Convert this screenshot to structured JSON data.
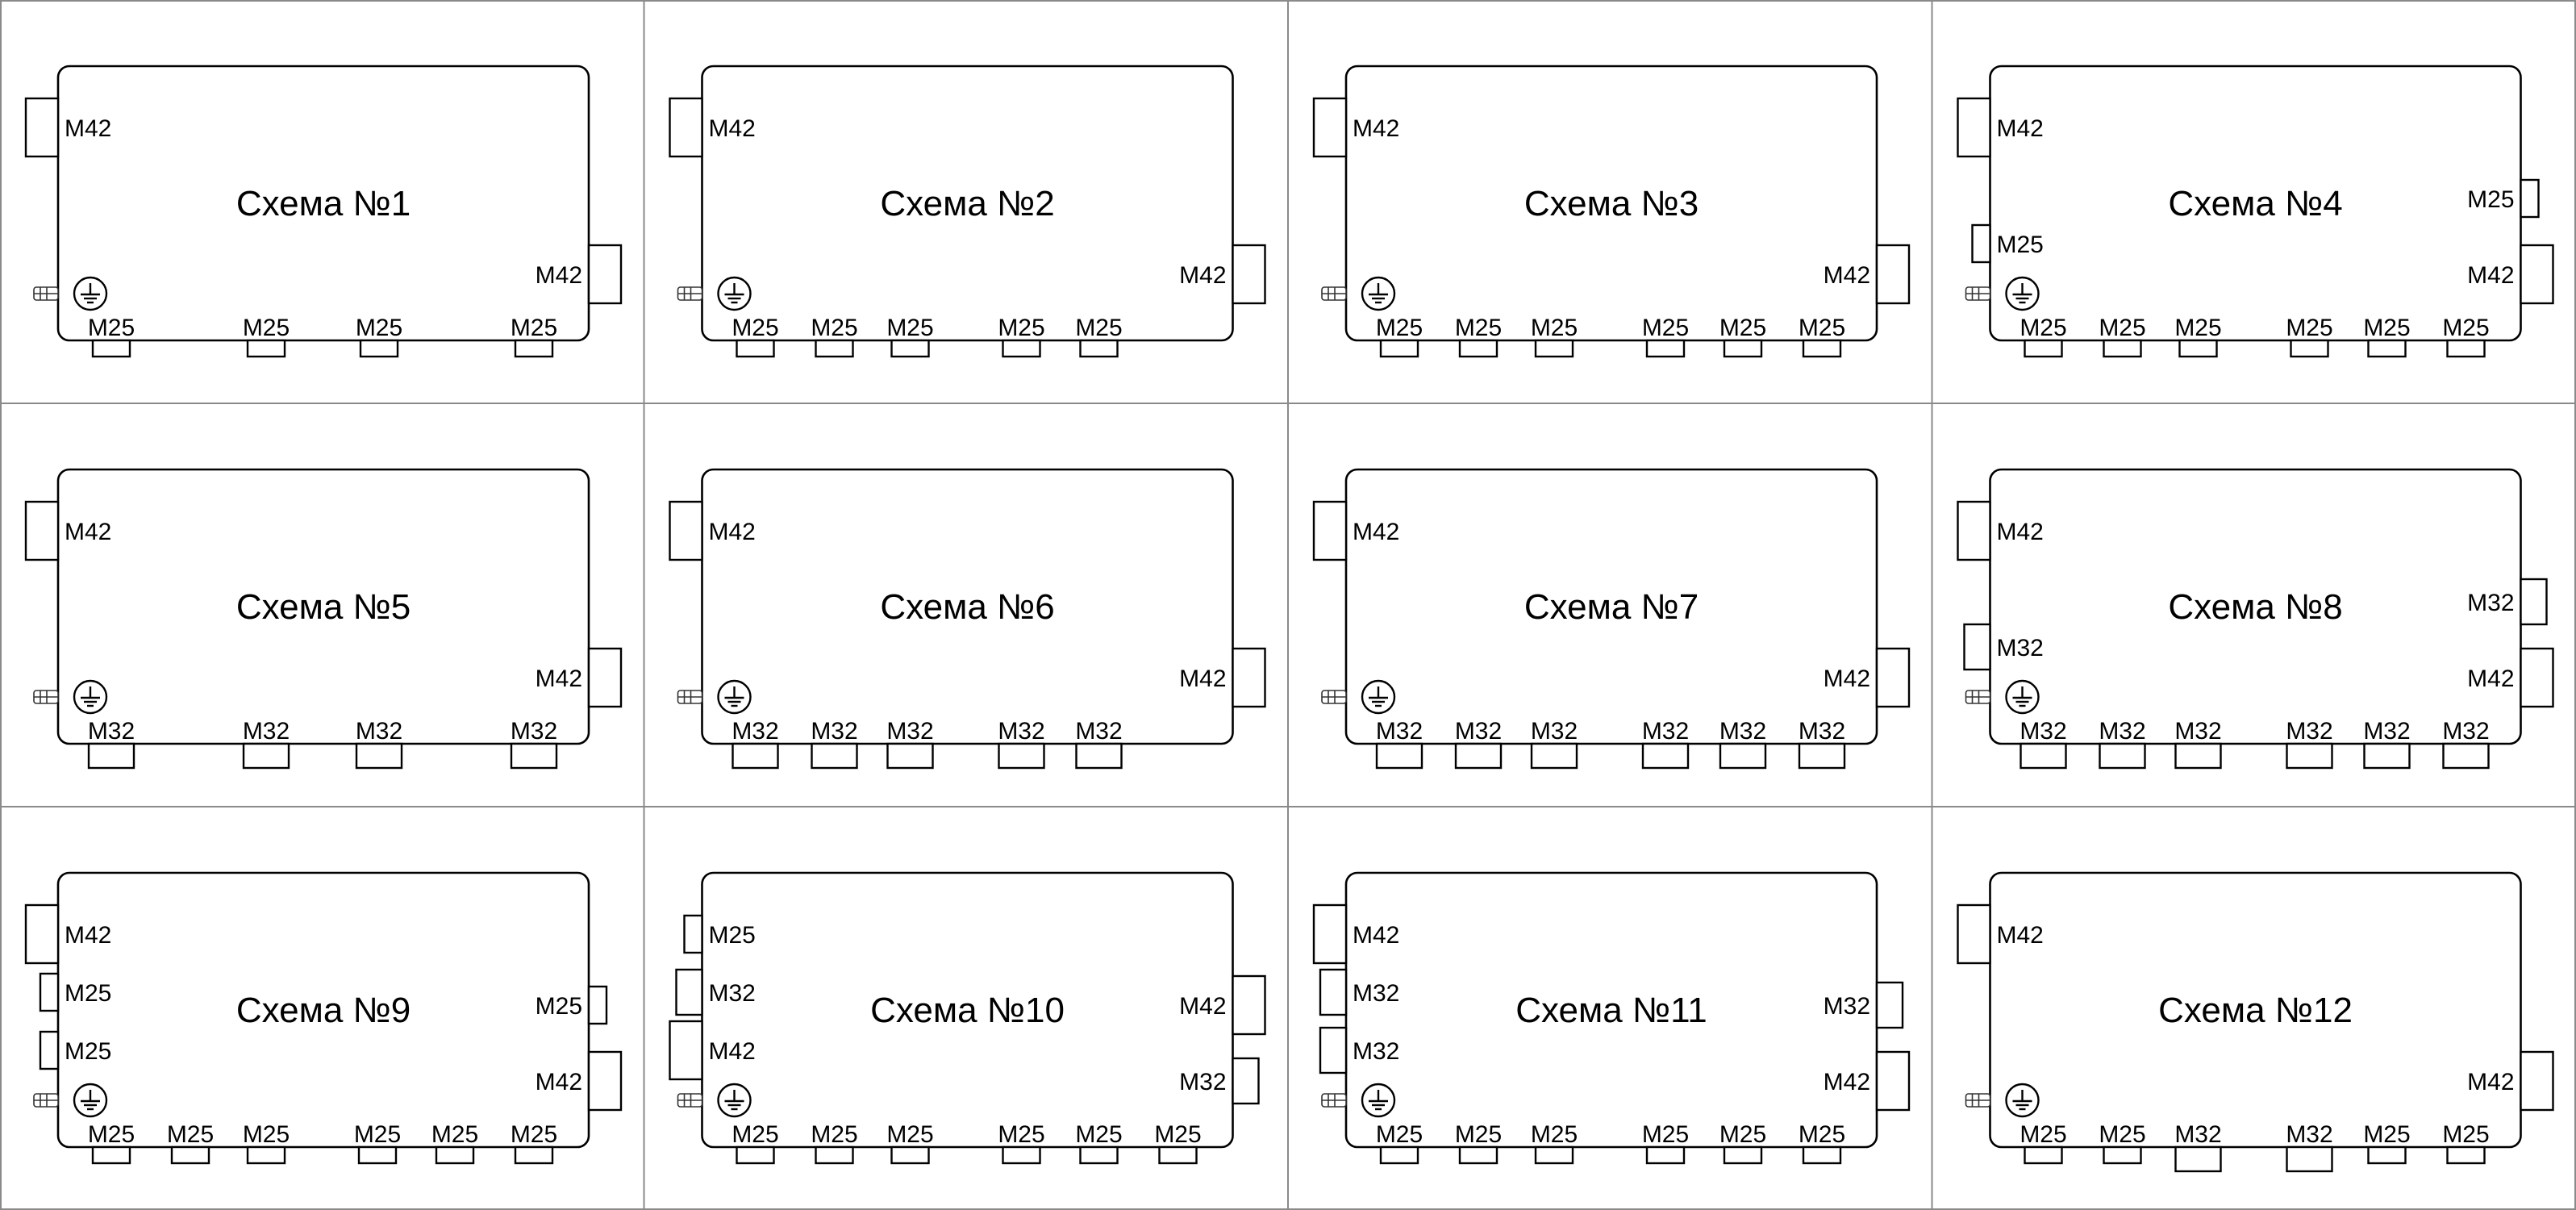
{
  "colors": {
    "background": "#ffffff",
    "outline": "#000000",
    "grid": "#8a8a8a"
  },
  "icons": {
    "ground": "ground-icon",
    "stud": "ground-stud-icon"
  },
  "schemes": [
    {
      "title": "Схема №1",
      "left": [
        "M42"
      ],
      "right": [
        "M42"
      ],
      "bottom": [
        "M25",
        "M25",
        "M25",
        "M25"
      ]
    },
    {
      "title": "Схема №2",
      "left": [
        "M42"
      ],
      "right": [
        "M42"
      ],
      "bottom": [
        "M25",
        "M25",
        "M25",
        "M25",
        "M25"
      ]
    },
    {
      "title": "Схема №3",
      "left": [
        "M42"
      ],
      "right": [
        "M42"
      ],
      "bottom": [
        "M25",
        "M25",
        "M25",
        "M25",
        "M25",
        "M25"
      ]
    },
    {
      "title": "Схема №4",
      "left": [
        "M42",
        "M25"
      ],
      "right": [
        "M25",
        "M42"
      ],
      "bottom": [
        "M25",
        "M25",
        "M25",
        "M25",
        "M25",
        "M25"
      ]
    },
    {
      "title": "Схема №5",
      "left": [
        "M42"
      ],
      "right": [
        "M42"
      ],
      "bottom": [
        "M32",
        "M32",
        "M32",
        "M32"
      ]
    },
    {
      "title": "Схема №6",
      "left": [
        "M42"
      ],
      "right": [
        "M42"
      ],
      "bottom": [
        "M32",
        "M32",
        "M32",
        "M32",
        "M32"
      ]
    },
    {
      "title": "Схема №7",
      "left": [
        "M42"
      ],
      "right": [
        "M42"
      ],
      "bottom": [
        "M32",
        "M32",
        "M32",
        "M32",
        "M32",
        "M32"
      ]
    },
    {
      "title": "Схема №8",
      "left": [
        "M42",
        "M32"
      ],
      "right": [
        "M32",
        "M42"
      ],
      "bottom": [
        "M32",
        "M32",
        "M32",
        "M32",
        "M32",
        "M32"
      ]
    },
    {
      "title": "Схема №9",
      "left": [
        "M42",
        "M25",
        "M25"
      ],
      "right": [
        "M25",
        "M42"
      ],
      "bottom": [
        "M25",
        "M25",
        "M25",
        "M25",
        "M25",
        "M25"
      ]
    },
    {
      "title": "Схема №10",
      "left": [
        "M25",
        "M32",
        "M42"
      ],
      "right": [
        "M42",
        "M32"
      ],
      "bottom": [
        "M25",
        "M25",
        "M25",
        "M25",
        "M25",
        "M25"
      ]
    },
    {
      "title": "Схема №11",
      "left": [
        "M42",
        "M32",
        "M32"
      ],
      "right": [
        "M32",
        "M42"
      ],
      "bottom": [
        "M25",
        "M25",
        "M25",
        "M25",
        "M25",
        "M25"
      ]
    },
    {
      "title": "Схема №12",
      "left": [
        "M42"
      ],
      "right": [
        "M42"
      ],
      "bottom": [
        "M25",
        "M25",
        "M32",
        "M32",
        "M25",
        "M25"
      ]
    }
  ]
}
